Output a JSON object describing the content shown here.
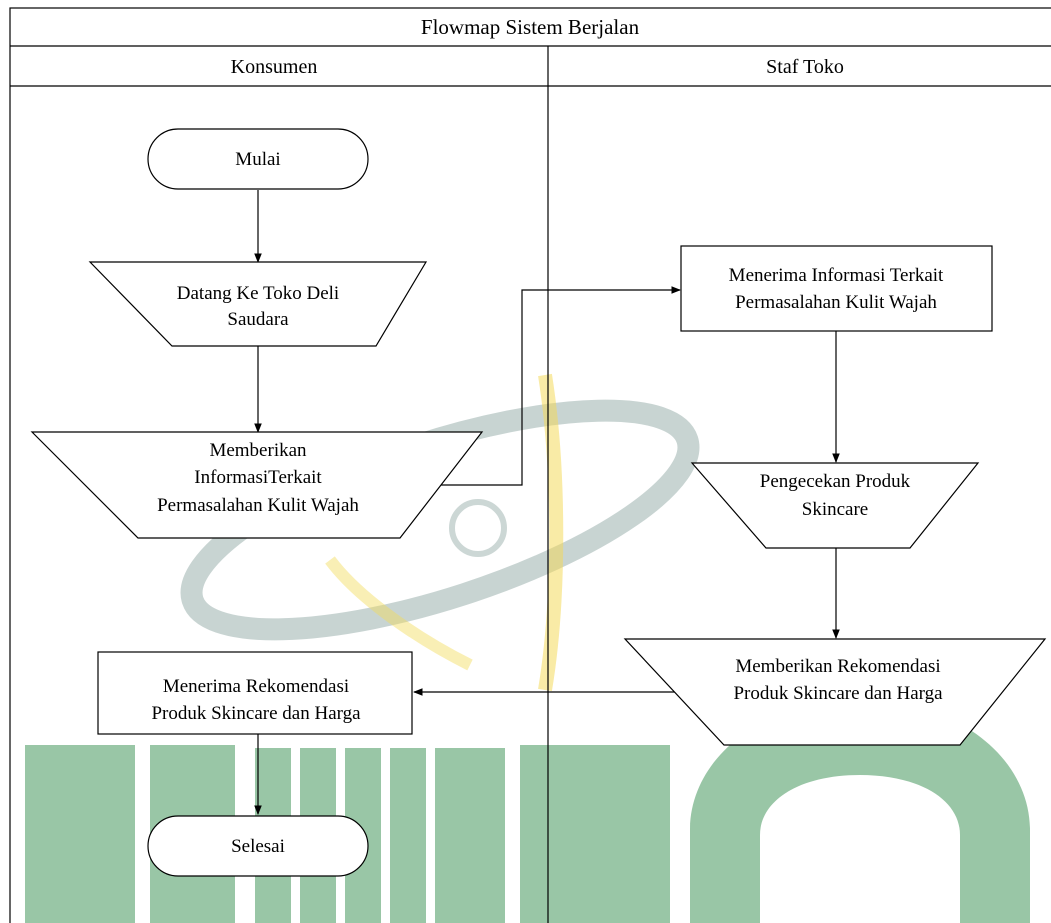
{
  "title": "Flowmap Sistem Berjalan",
  "lanes": [
    {
      "label": "Konsumen"
    },
    {
      "label": "Staf Toko"
    }
  ],
  "nodes": {
    "mulai": {
      "shape": "terminator",
      "lines": [
        "Mulai"
      ]
    },
    "datang": {
      "shape": "manual-input-trapezoid",
      "lines": [
        "Datang Ke Toko Deli",
        "Saudara"
      ]
    },
    "memberikan_info": {
      "shape": "manual-input-trapezoid",
      "lines": [
        "Memberikan",
        "InformasiTerkait",
        "Permasalahan Kulit Wajah"
      ]
    },
    "menerima_info": {
      "shape": "process",
      "lines": [
        "Menerima Informasi Terkait",
        "Permasalahan Kulit Wajah"
      ]
    },
    "pengecekan": {
      "shape": "manual-input-trapezoid",
      "lines": [
        "Pengecekan Produk",
        "Skincare"
      ]
    },
    "memberikan_rekomendasi": {
      "shape": "manual-input-trapezoid",
      "lines": [
        "Memberikan Rekomendasi",
        "Produk Skincare dan Harga"
      ]
    },
    "menerima_rekomendasi": {
      "shape": "process",
      "lines": [
        "Menerima Rekomendasi",
        "Produk Skincare dan Harga"
      ]
    },
    "selesai": {
      "shape": "terminator",
      "lines": [
        "Selesai"
      ]
    }
  },
  "watermark": {
    "colors": {
      "green": "#2f8a4a",
      "gold": "#e8c21a",
      "gray": "#6f8f8a"
    }
  }
}
